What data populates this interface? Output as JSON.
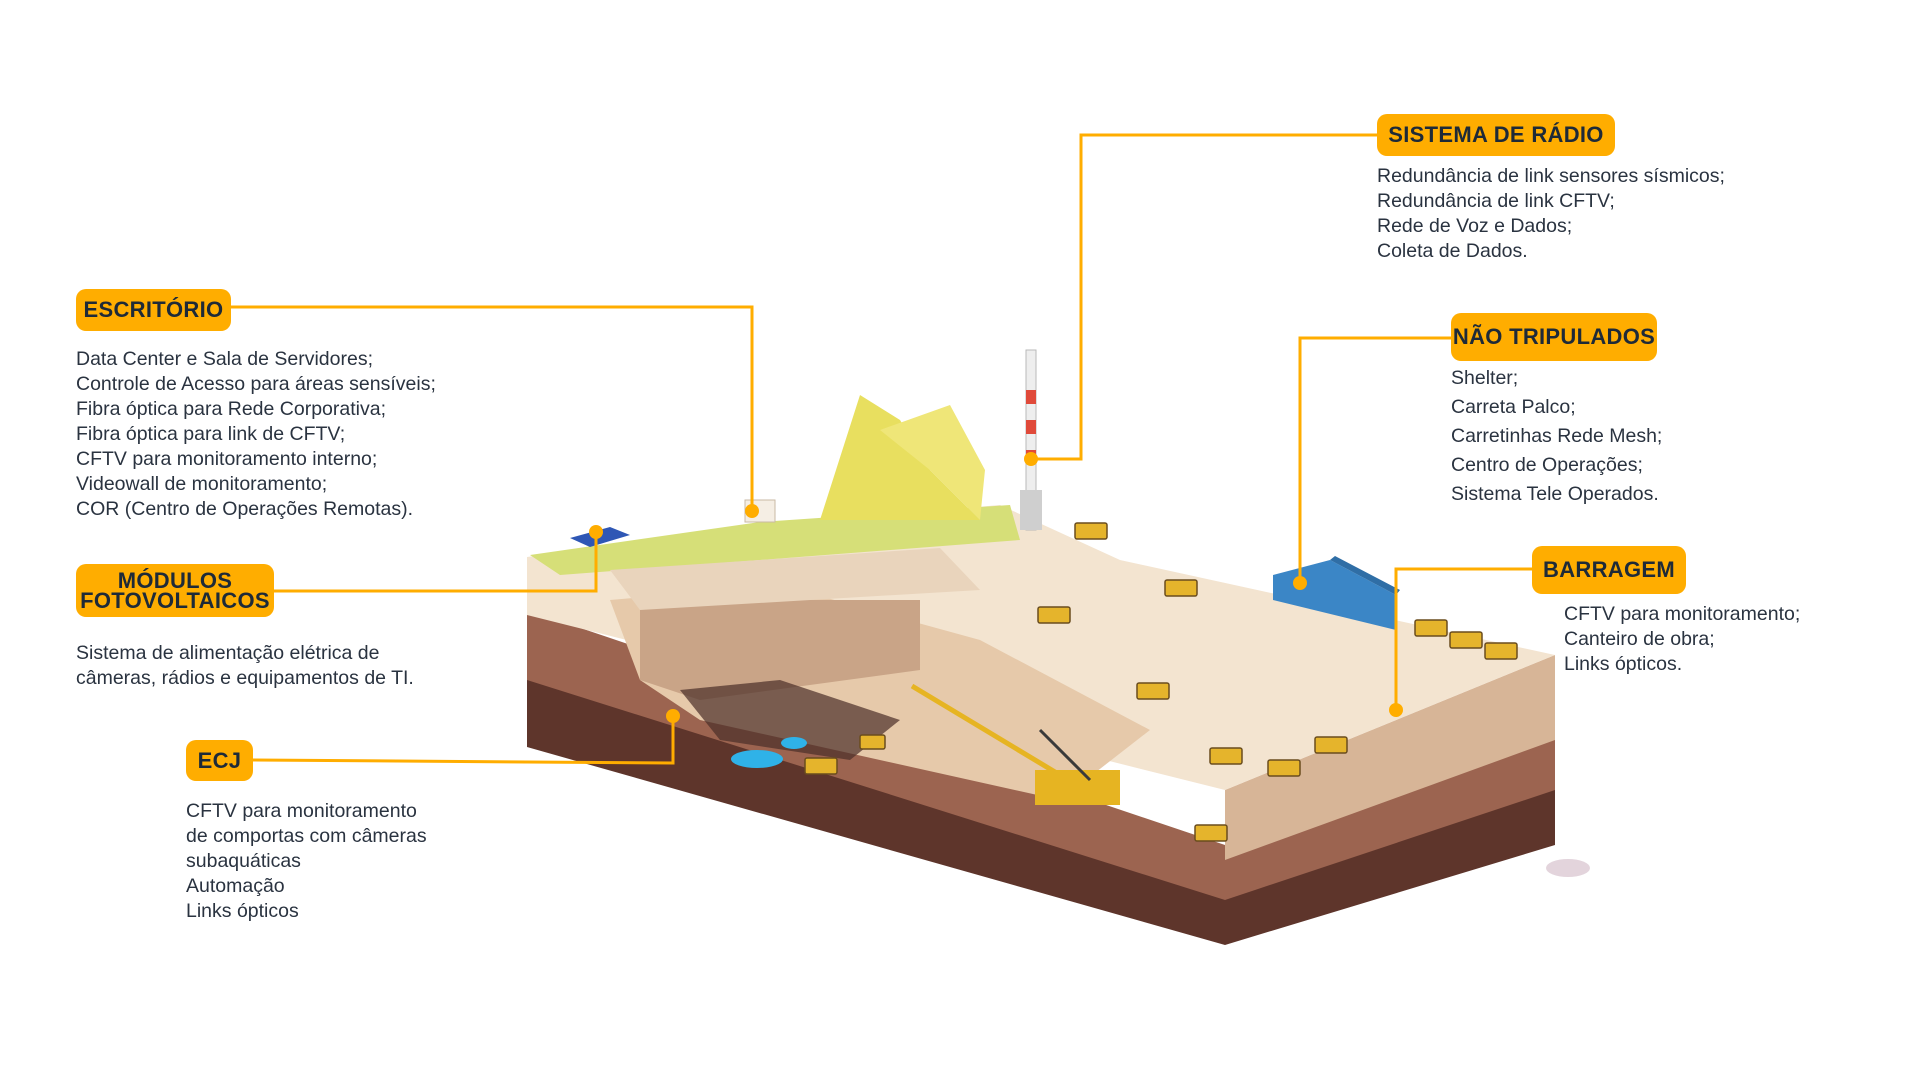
{
  "colors": {
    "accent": "#ffad00",
    "text": "#2a3340",
    "label_text": "#1e2a38"
  },
  "callouts": {
    "radio": {
      "title": "SISTEMA DE RÁDIO",
      "items": [
        "Redundância de link sensores sísmicos;",
        "Redundância de link CFTV;",
        "Rede de Voz e Dados;",
        "Coleta de Dados."
      ]
    },
    "escritorio": {
      "title": "ESCRITÓRIO",
      "items": [
        "Data Center e Sala de Servidores;",
        "Controle de Acesso para áreas sensíveis;",
        "Fibra óptica para Rede Corporativa;",
        "Fibra óptica para link de CFTV;",
        "CFTV para monitoramento interno;",
        "Videowall de monitoramento;",
        "COR (Centro de Operações Remotas)."
      ]
    },
    "modulos": {
      "title_line1": "MÓDULOS",
      "title_line2": "FOTOVOLTAICOS",
      "items": [
        "Sistema de alimentação elétrica de",
        "câmeras, rádios e equipamentos de TI."
      ]
    },
    "ecj": {
      "title": "ECJ",
      "items": [
        "CFTV para monitoramento",
        "de comportas com câmeras",
        "subaquáticas",
        "Automação",
        "Links ópticos"
      ]
    },
    "nao_tripulados": {
      "title": "NÃO TRIPULADOS",
      "items": [
        "Shelter;",
        "Carreta Palco;",
        "Carretinhas Rede Mesh;",
        "Centro de Operações;",
        "Sistema Tele Operados."
      ]
    },
    "barragem": {
      "title": "BARRAGEM",
      "items": [
        "CFTV para monitoramento;",
        "Canteiro de obra;",
        "Links ópticos."
      ]
    }
  }
}
